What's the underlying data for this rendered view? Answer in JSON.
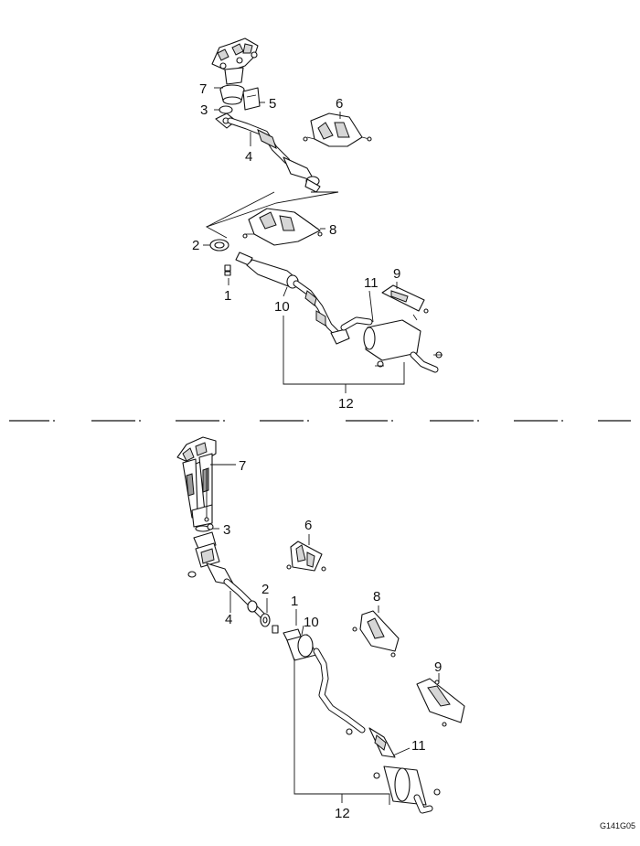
{
  "diagram": {
    "top_labels": {
      "l7": "7",
      "l3": "3",
      "l5": "5",
      "l6": "6",
      "l4": "4",
      "l8": "8",
      "l2": "2",
      "l1": "1",
      "l10": "10",
      "l11": "11",
      "l9": "9",
      "l12": "12"
    },
    "bottom_labels": {
      "l7": "7",
      "l3": "3",
      "l6": "6",
      "l2": "2",
      "l1": "1",
      "l10": "10",
      "l4": "4",
      "l8": "8",
      "l9": "9",
      "l11": "11",
      "l12": "12"
    },
    "figure_code": "G141G05"
  }
}
